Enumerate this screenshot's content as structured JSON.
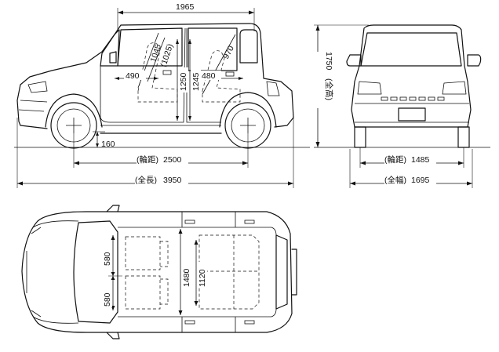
{
  "dimensions": {
    "roof_length": "1965",
    "front_headroom": "1045",
    "front_headroom_alt": "(1025)",
    "rear_headroom": "970",
    "front_legroom": "490",
    "rear_legroom": "480",
    "front_interior_height": "1250",
    "rear_interior_height": "1245",
    "ground_clearance": "160",
    "wheelbase_label": "(輪距)",
    "wheelbase_value": "2500",
    "overall_length_label": "(全長)",
    "overall_length_value": "3950",
    "overall_height_label": "(全高)",
    "overall_height_value": "1750",
    "tread_label": "(輪距)",
    "tread_value": "1485",
    "overall_width_label": "(全幅)",
    "overall_width_value": "1695",
    "seat_width_top": "580",
    "seat_width_bottom": "580",
    "interior_width": "1480",
    "interior_width_rear": "1120"
  }
}
